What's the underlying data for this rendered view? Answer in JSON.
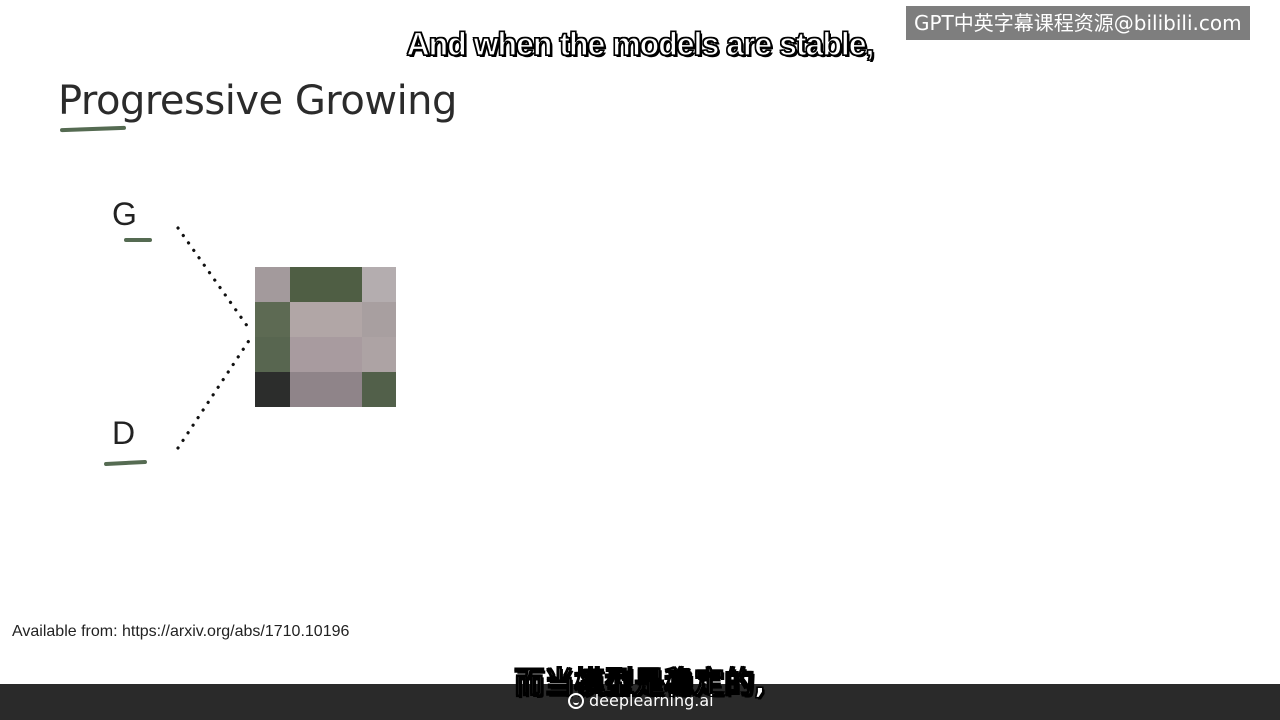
{
  "slide": {
    "title": "Progressive Growing",
    "generator_label": "G",
    "discriminator_label": "D",
    "citation": "Available from: https://arxiv.org/abs/1710.10196",
    "pixel_colors": [
      "#a39a9c",
      "#4f5e44",
      "#b4adaf",
      "#5d6a53",
      "#b1a6a6",
      "#a89fa0",
      "#586650",
      "#a89b9f",
      "#ada3a4",
      "#2c2d2c",
      "#8f8489",
      "#52604a"
    ]
  },
  "subtitles": {
    "english": "And when the models are stable,",
    "chinese": "而当模型是稳定的,"
  },
  "watermark": {
    "text": "GPT中英字幕课程资源@bilibili.com"
  },
  "footer": {
    "brand": "deeplearning.ai"
  },
  "colors": {
    "ink_underline": "#556b52",
    "bottom_bar": "#2a2a2a"
  }
}
